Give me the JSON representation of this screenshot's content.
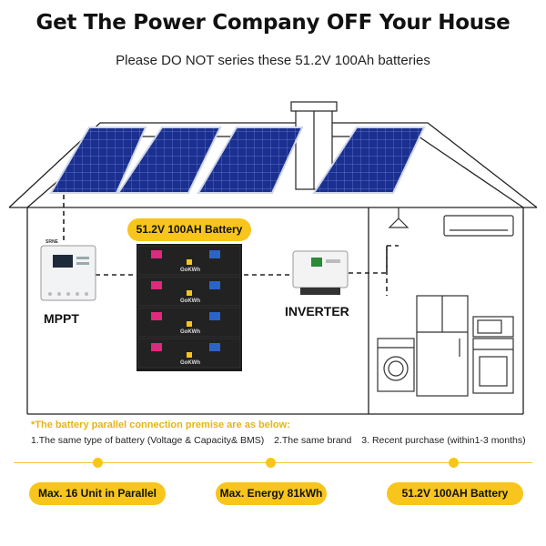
{
  "header": {
    "title": "Get The Power Company OFF Your House",
    "subtitle": "Please DO NOT series these 51.2V 100Ah batteries"
  },
  "diagram": {
    "battery_pill": "51.2V 100AH Battery",
    "battery_brand": "GoKWh",
    "mppt_brand": "SRNE",
    "mppt_label": "MPPT",
    "inverter_label": "INVERTER"
  },
  "notes": {
    "title": "*The battery parallel connection premise are as below:",
    "items": [
      "1.The same type of battery (Voltage & Capacity& BMS)",
      "2.The same brand",
      "3. Recent purchase (within1-3 months)"
    ]
  },
  "features": [
    {
      "prefix": "Max. ",
      "value": "16",
      "suffix": " Unit in Parallel"
    },
    {
      "prefix": "Max. Energy ",
      "value": "81kWh",
      "suffix": ""
    },
    {
      "prefix": "",
      "value": "51.2V 100AH Battery",
      "suffix": ""
    }
  ],
  "colors": {
    "accent": "#f7c51c",
    "panel_blue": "#1a2f8f",
    "battery_dark": "#1b1b1b",
    "battery_pink": "#e0287c"
  }
}
